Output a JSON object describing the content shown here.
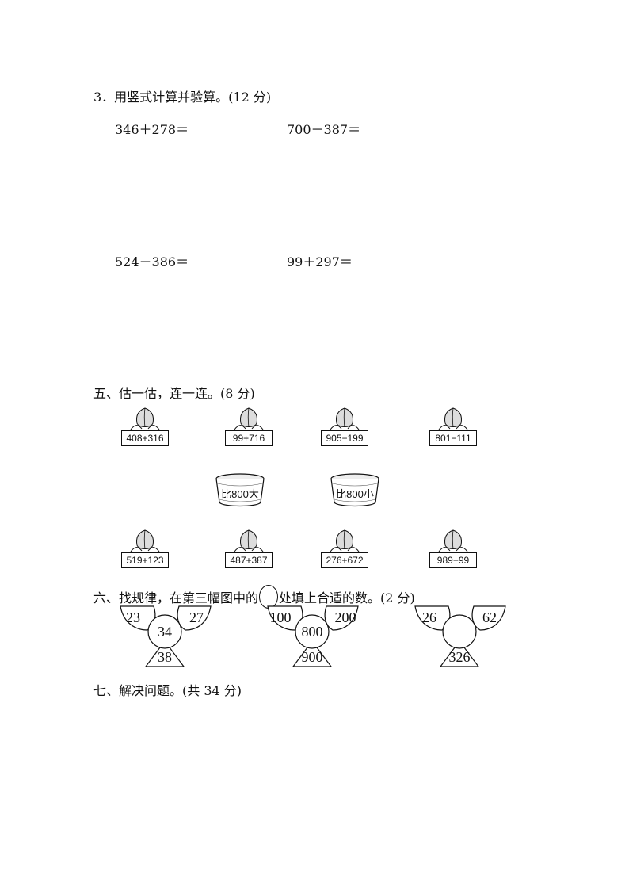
{
  "section3": {
    "title": "3．用竖式计算并验算。(12 分)",
    "problems": [
      "346＋278＝",
      "700－387＝",
      "524－386＝",
      "99＋297＝"
    ]
  },
  "section5": {
    "title": "五、估一估，连一连。(8 分)",
    "top_peaches": [
      "408+316",
      "99+716",
      "905−199",
      "801−111"
    ],
    "baskets": [
      "比800大",
      "比800小"
    ],
    "bottom_peaches": [
      "519+123",
      "487+387",
      "276+672",
      "989−99"
    ]
  },
  "section6": {
    "title_before": "六、找规律，在第三幅图中的",
    "title_after": "处填上合适的数。(2 分)",
    "patterns": [
      {
        "left": "23",
        "right": "27",
        "center": "34",
        "bottom": "38"
      },
      {
        "left": "100",
        "right": "200",
        "center": "800",
        "bottom": "900"
      },
      {
        "left": "26",
        "right": "62",
        "center": "",
        "bottom": "326"
      }
    ]
  },
  "section7": {
    "title": "七、解决问题。(共 34 分)"
  }
}
